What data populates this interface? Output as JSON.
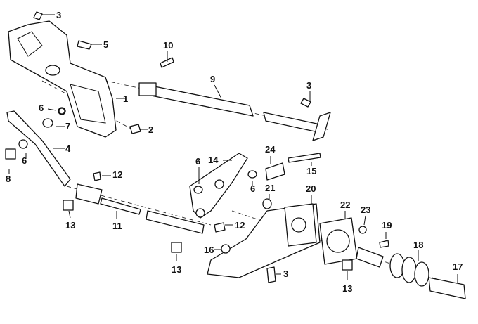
{
  "title": "Clutch pedal assembly parts diagram",
  "callouts": [
    "3",
    "5",
    "10",
    "9",
    "3",
    "1",
    "6",
    "7",
    "2",
    "4",
    "6",
    "8",
    "12",
    "14",
    "6",
    "24",
    "15",
    "6",
    "21",
    "20",
    "22",
    "23",
    "13",
    "11",
    "12",
    "19",
    "18",
    "16",
    "13",
    "3",
    "13",
    "17"
  ]
}
